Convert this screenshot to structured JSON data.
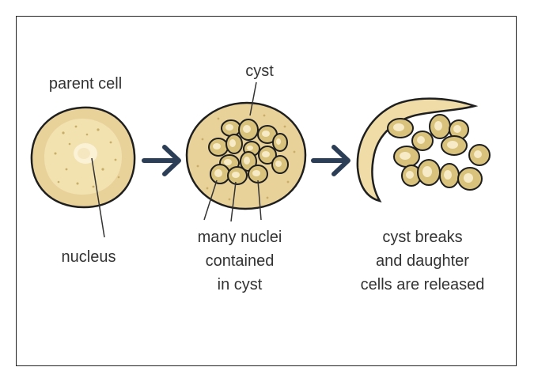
{
  "labels": {
    "parent_cell": "parent cell",
    "nucleus": "nucleus",
    "cyst": "cyst",
    "many_nuclei": [
      "many nuclei",
      "contained",
      "in cyst"
    ],
    "cyst_breaks": [
      "cyst breaks",
      "and daughter",
      "cells are released"
    ]
  },
  "colors": {
    "cell_outer": "#e8d29a",
    "cell_inner": "#f3e4b4",
    "nucleus": "#fbf2d6",
    "nucleus_fill": "#d9c27c",
    "outline": "#1f1f1f",
    "arrow": "#2c3e55",
    "text": "#333333"
  },
  "icons": [
    "arrow-right-icon",
    "arrow-right-icon"
  ]
}
